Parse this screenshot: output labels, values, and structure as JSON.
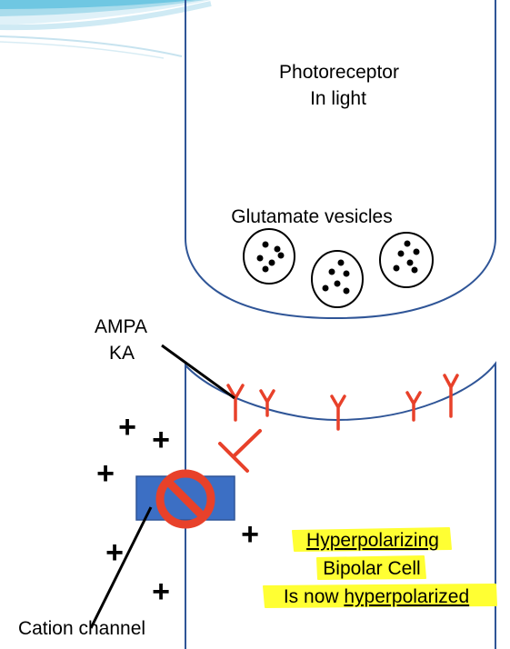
{
  "photoreceptor": {
    "label_line1": "Photoreceptor",
    "label_line2": "In light"
  },
  "vesicles": {
    "label": "Glutamate vesicles"
  },
  "receptors": {
    "label_line1": "AMPA",
    "label_line2": "KA"
  },
  "channel": {
    "label": "Cation channel"
  },
  "bipolar": {
    "line1": "Hyperpolarizing",
    "line2": "Bipolar Cell",
    "line3_prefix": "Is now ",
    "line3_emphasis": "hyperpolarized"
  },
  "charges": {
    "symbol": "+"
  },
  "colors": {
    "cell_outline": "#2f5597",
    "receptor_red": "#e8412a",
    "channel_blue": "#3c6fc4",
    "highlight_yellow": "#ffff33",
    "banner_teal": "#6fc7e2"
  }
}
